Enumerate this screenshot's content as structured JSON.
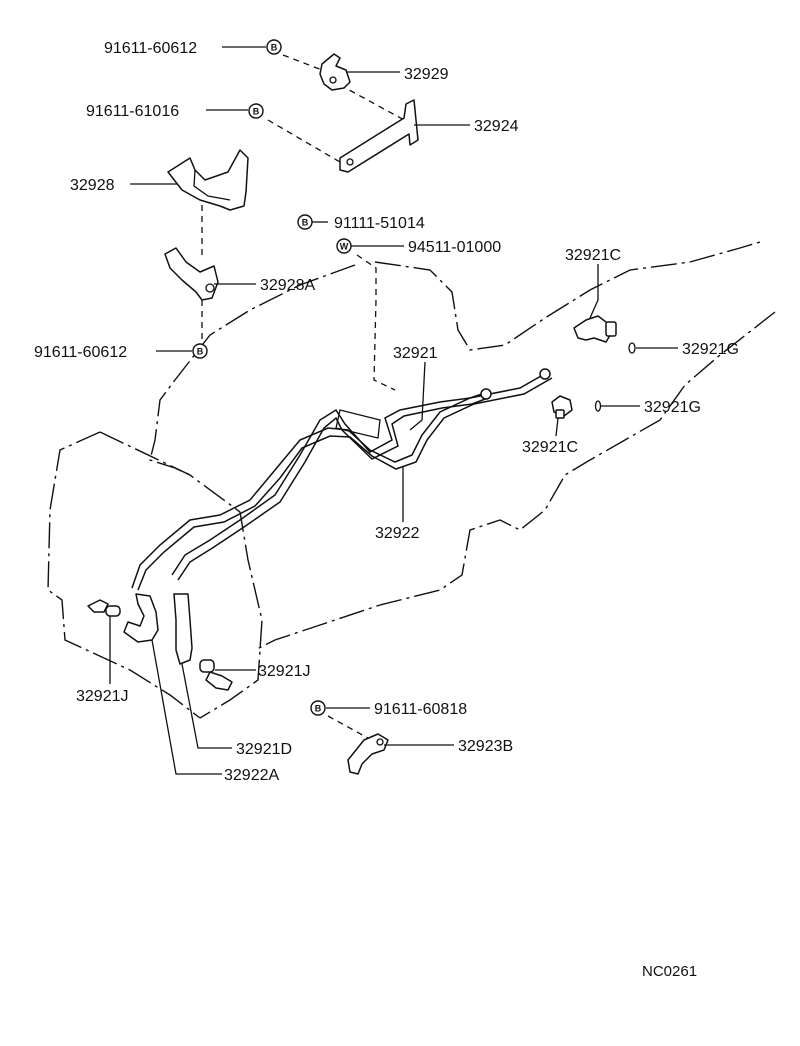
{
  "diagram": {
    "labels": {
      "bolt_60612_top": "91611-60612",
      "bolt_61016": "91611-61016",
      "bracket_32929": "32929",
      "bracket_32924": "32924",
      "bracket_32928": "32928",
      "bolt_51014": "91111-51014",
      "washer_94511": "94511-01000",
      "union_32921c_top": "32921C",
      "bracket_32928a": "32928A",
      "bolt_60612_mid": "91611-60612",
      "gasket_32921g_top": "32921G",
      "tube_32921": "32921",
      "gasket_32921g_mid": "32921G",
      "union_32921c_mid": "32921C",
      "tube_32922": "32922",
      "clip_32921j_right": "32921J",
      "clip_32921j_left": "32921J",
      "bolt_60818": "91611-60818",
      "bracket_32923b": "32923B",
      "hose_32921d": "32921D",
      "hose_32922a": "32922A"
    },
    "badges": {
      "bolt": "B",
      "washer": "W"
    },
    "drawing_code": "NC0261"
  }
}
